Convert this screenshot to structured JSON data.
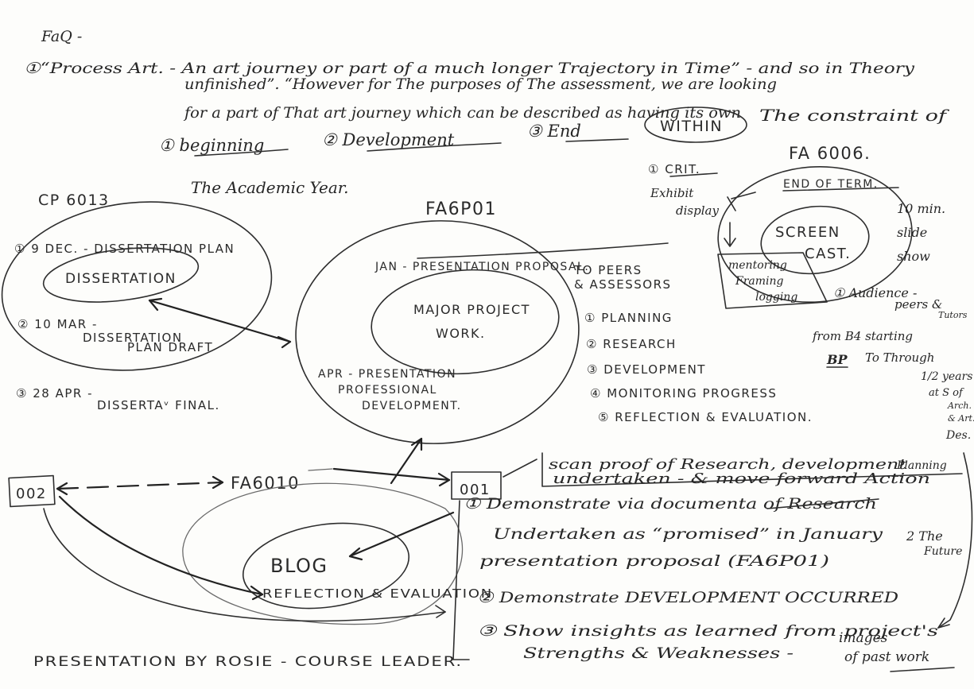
{
  "header": {
    "faq": "FaQ -",
    "process_line1": "①“Process Art. - An art journey or part of a much longer Trajectory in Time” - and so in Theory",
    "process_line2": "unfinished”. “However for The purposes of The assessment, we are looking",
    "process_line3": "for a part of That art journey which can be described as having its own",
    "step1": "① beginning",
    "step2": "② Development",
    "step3": "③ End",
    "within": "WITHIN",
    "constraint": "The constraint of",
    "academic_year": "The Academic Year."
  },
  "cp6013": {
    "code": "CP 6013",
    "item1": "① 9 DEC. - DISSERTATION PLAN",
    "center": "DISSERTATION",
    "item2a": "② 10 MAR -",
    "item2b": "DISSERTATION",
    "item2c": "PLAN DRAFT",
    "item3a": "③ 28 APR -",
    "item3b": "DISSERTAᵛ FINAL."
  },
  "fa6p01": {
    "code": "FA6P01",
    "jan": "JAN - PRESENTATION PROPOSAL.",
    "center_line1": "MAJOR PROJECT",
    "center_line2": "WORK.",
    "apr_line1": "APR - PRESENTATION",
    "apr_line2": "PROFESSIONAL",
    "apr_line3": "DEVELOPMENT.",
    "to_peers_line1": "TO PEERS",
    "to_peers_line2": "& ASSESSORS",
    "list": [
      "① PLANNING",
      "② RESEARCH",
      "③ DEVELOPMENT",
      "④ MONITORING PROGRESS",
      "⑤ REFLECTION & EVALUATION."
    ],
    "bp_note": "BP"
  },
  "fa6006": {
    "code": "FA 6006.",
    "crit": "① CRIT.",
    "exhibit_line1": "Exhibit",
    "exhibit_line2": "display",
    "end_of_term": "END OF TERM.",
    "screen_line1": "SCREEN",
    "screen_line2": "CAST.",
    "ten_min_line1": "10 min.",
    "ten_min_line2": "slide",
    "ten_min_line3": "show",
    "box_line1": "mentoring",
    "box_line2": "Framing",
    "box_line3": "logging",
    "audience_line1": "① Audience -",
    "audience_line2": "peers &",
    "audience_line3": "Tutors",
    "from_line1": "from B4 starting",
    "from_line2": "To Through",
    "from_line3": "1/2 years",
    "from_line4": "at S of",
    "from_line5": "Arch.",
    "from_line6": "& Art.",
    "from_line7": "Des."
  },
  "fa6010": {
    "code": "FA6010",
    "box002": "002",
    "box001": "001",
    "blog": "BLOG",
    "reflection": "REFLECTION & EVALUATION",
    "scan_line1": "scan proof of Research, development",
    "scan_line2": "undertaken - & move forward Action",
    "planning": "Planning",
    "demo1_line1": "① Demonstrate via documenta of Research",
    "demo1_line2": "Undertaken as “promised” in January",
    "demo1_line3": "presentation proposal (FA6P01)",
    "demo2": "② Demonstrate DEVELOPMENT OCCURRED",
    "demo3_line1": "③ Show insights as learned from project's",
    "demo3_line2": "Strengths & Weaknesses -",
    "future_line1": "2 The",
    "future_line2": "Future",
    "images_line1": "images",
    "images_line2": "of past work"
  },
  "footer": {
    "presentation": "PRESENTATION BY ROSIE - COURSE LEADER."
  }
}
